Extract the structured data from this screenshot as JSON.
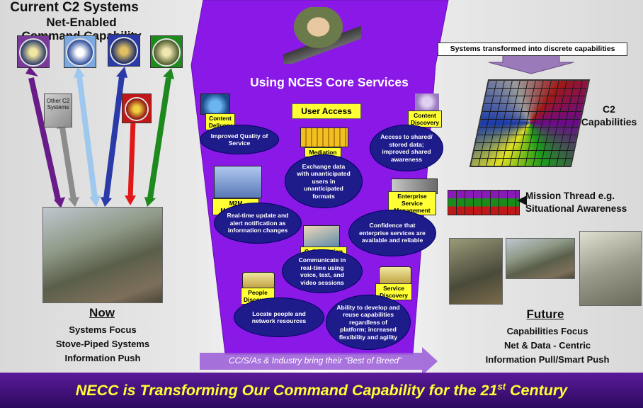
{
  "slide": {
    "left_title": "Current C2 Systems",
    "right_title_line1": "Net-Enabled",
    "right_title_line2": "Command Capability",
    "transformed_label": "Systems transformed into discrete capabilities",
    "other_c2": "Other C2 Systems",
    "center_title": "Using NCES Core Services",
    "user_access": "User Access",
    "now": {
      "heading": "Now",
      "items": [
        "Systems Focus",
        "Stove-Piped Systems",
        "Information Push"
      ]
    },
    "future": {
      "heading": "Future",
      "items": [
        "Capabilities Focus",
        "Net & Data - Centric",
        "Information Pull/Smart Push"
      ]
    },
    "c2_capabilities": "C2 Capabilities",
    "mission_thread": "Mission Thread e.g. Situational Awareness",
    "best_of_breed": "CC/S/As & Industry bring their “Best of Breed”",
    "banner_main": "NECC is Transforming Our Command Capability for the 21",
    "banner_sup": "st",
    "banner_end": " Century"
  },
  "services": [
    {
      "label": "Content Delivery",
      "desc": "Improved Quality of Service"
    },
    {
      "label": "Mediation",
      "desc": "Exchange data with unanticipated users in unanticipated formats"
    },
    {
      "label": "Content Discovery",
      "desc": "Access to shared/ stored data; improved shared awareness"
    },
    {
      "label": "M2M Messaging",
      "desc": "Real-time update and alert notification as information changes"
    },
    {
      "label": "Enterprise Service Management",
      "desc": "Confidence that enterprise services are available and reliable"
    },
    {
      "label": "Collaboration",
      "desc": "Communicate in real-time using voice, text, and video sessions"
    },
    {
      "label": "People Discovery",
      "desc": "Locate people and network resources"
    },
    {
      "label": "Service Discovery",
      "desc": "Ability to develop and reuse capabilities regardless of platform; increased flexibility and agility"
    }
  ],
  "colors": {
    "funnel": "#8a18e6",
    "bubble": "#1e1c8a",
    "label": "#ffff33",
    "banner": "#4a1686",
    "banner_text": "#ffff33"
  }
}
